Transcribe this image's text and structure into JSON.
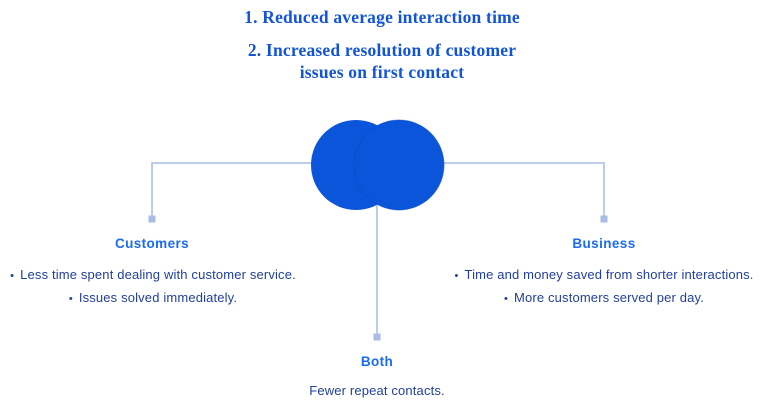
{
  "header": {
    "point1": "1. Reduced average interaction time",
    "point2_line1": "2. Increased resolution of customer",
    "point2_line2": "issues on first contact"
  },
  "diagram": {
    "shape": "two-overlapping-circles-venn",
    "circle_fill": "#0b55db",
    "connector_color": "#a9bce4"
  },
  "sections": {
    "customers": {
      "label": "Customers",
      "bullets": [
        "Less time spent dealing with customer service.",
        "Issues solved immediately."
      ]
    },
    "business": {
      "label": "Business",
      "bullets": [
        "Time and money saved from shorter interactions.",
        "More customers served per day."
      ]
    },
    "both": {
      "label": "Both",
      "note": "Fewer repeat contacts."
    }
  },
  "colors": {
    "title_text": "#1254d6",
    "section_label_text": "#1a6bf2",
    "body_text": "#21409e",
    "venn_fill": "#0b55db",
    "connector": "#a9bce4"
  }
}
